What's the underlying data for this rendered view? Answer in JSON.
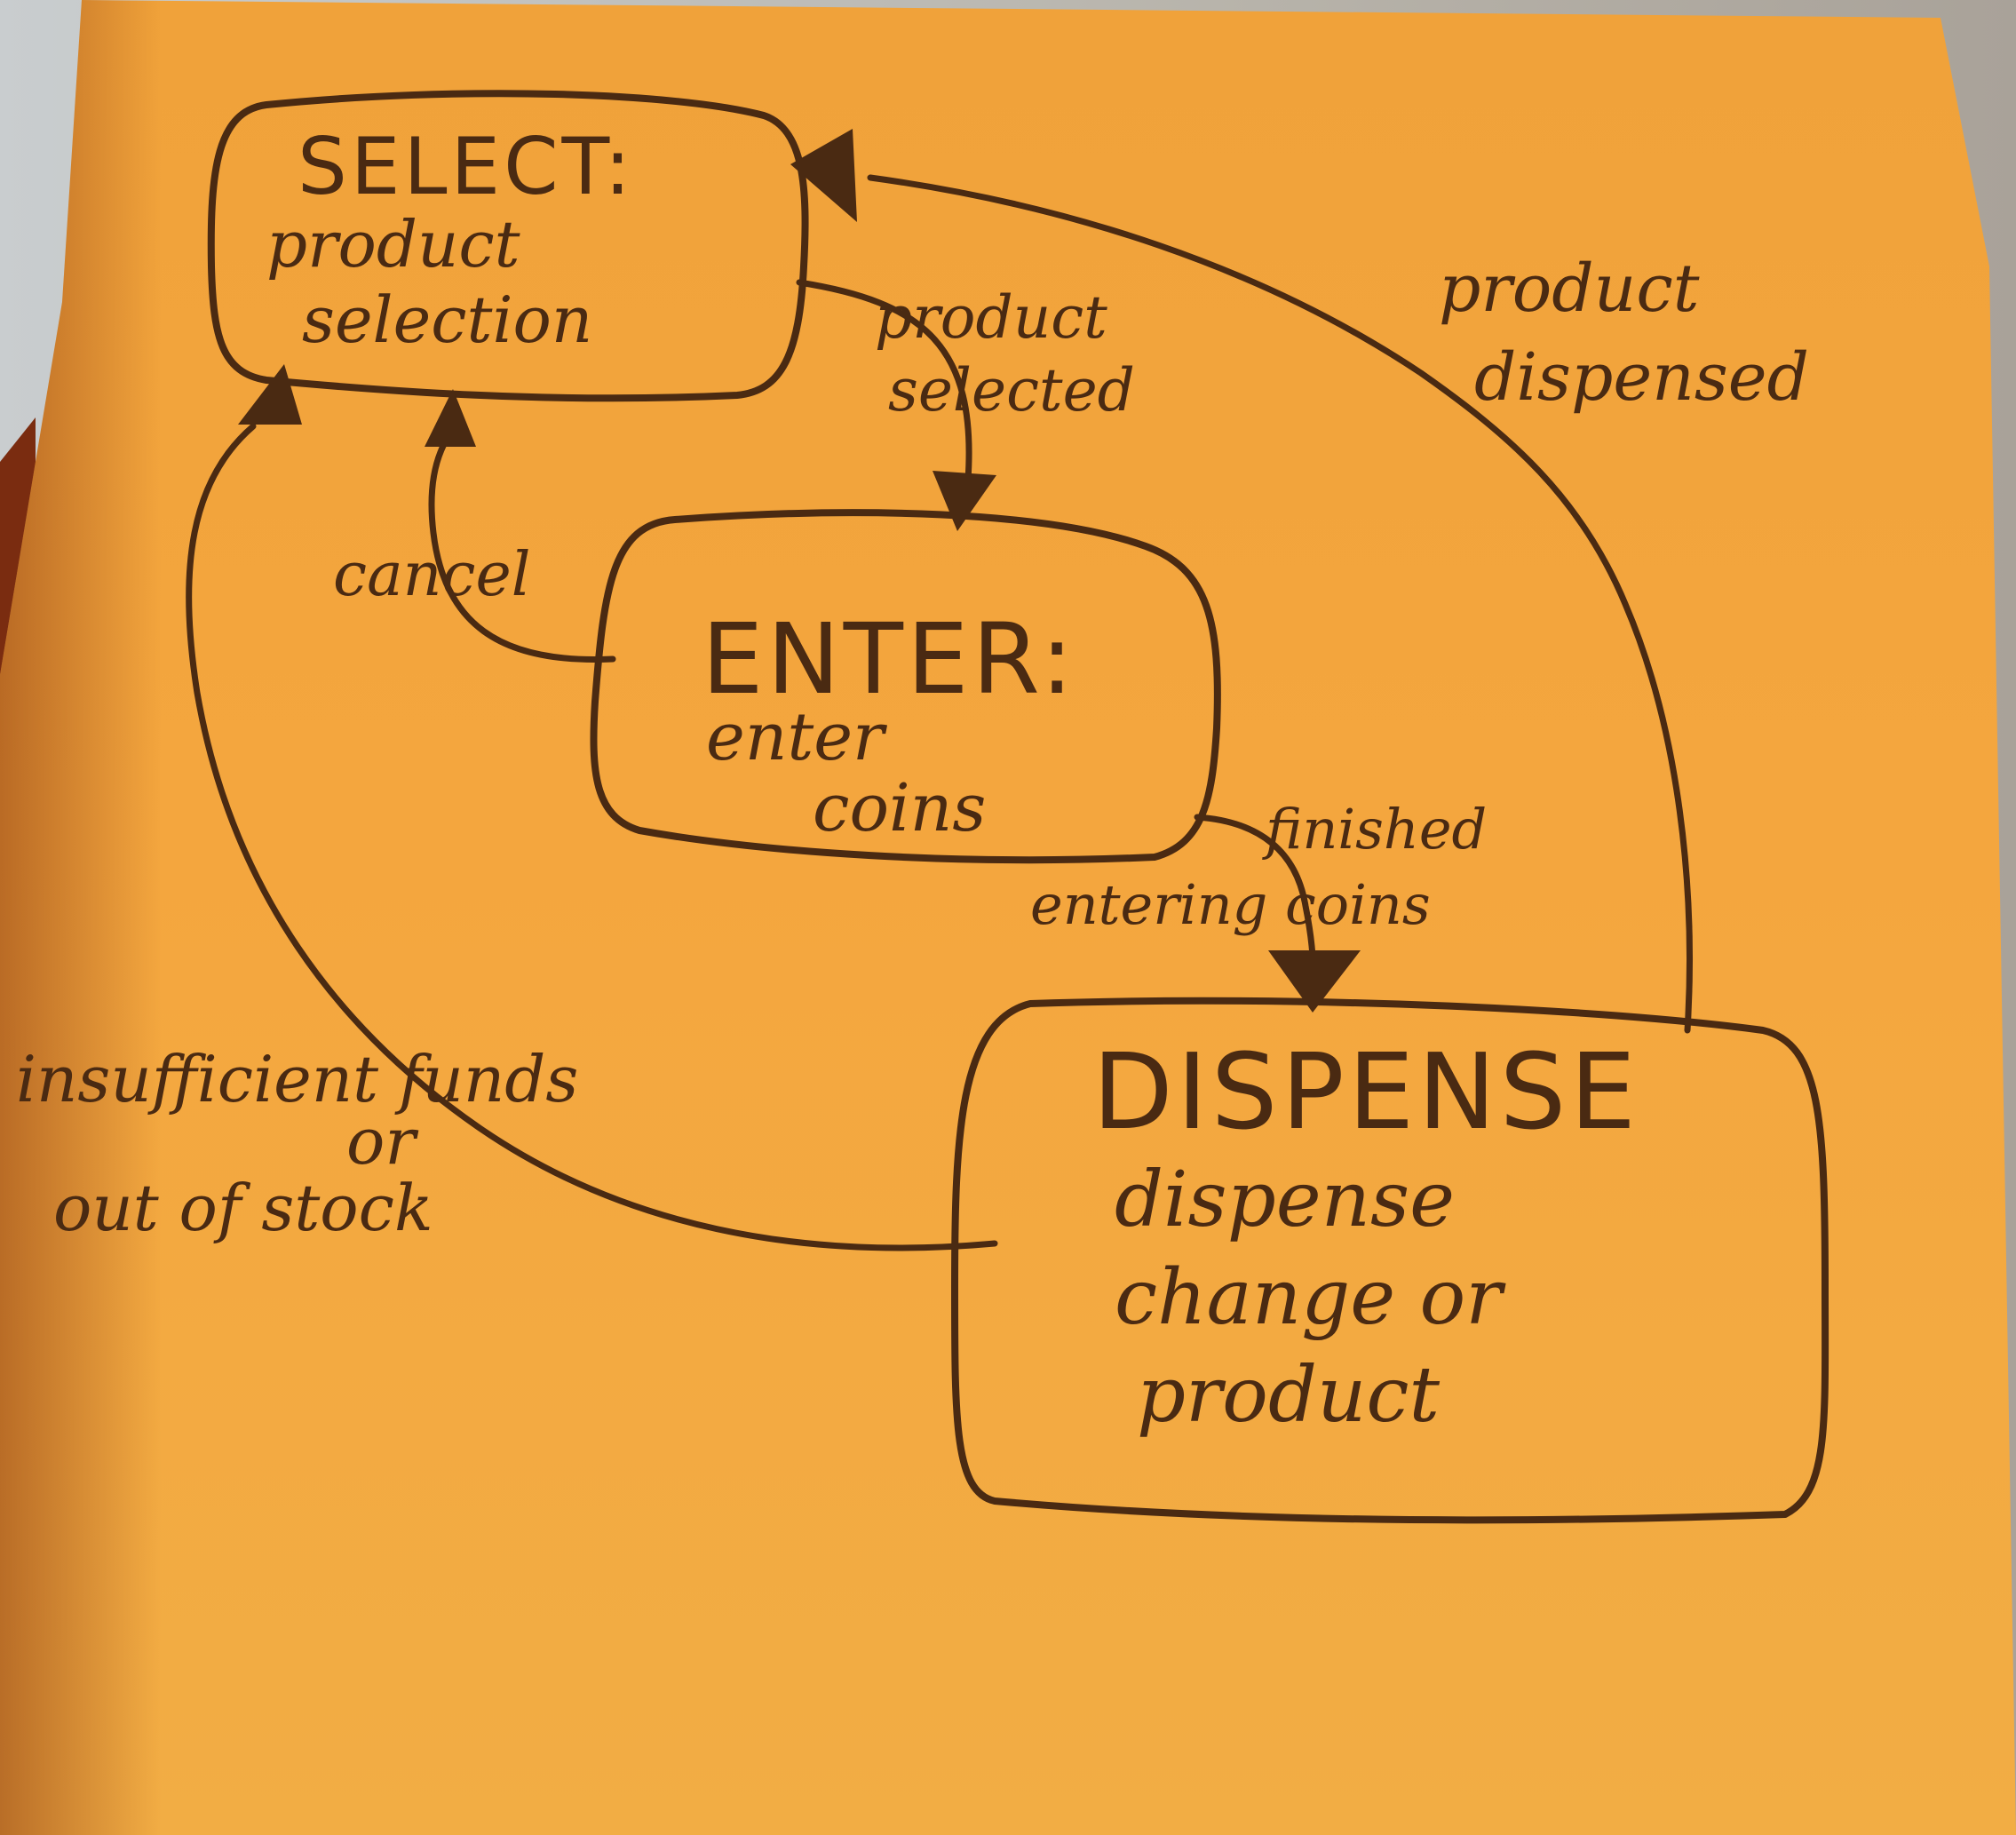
{
  "diagram": {
    "states": {
      "select": {
        "title": "SELECT:",
        "desc_line1": "product",
        "desc_line2": "selection"
      },
      "enter": {
        "title": "ENTER:",
        "desc_line1": "enter",
        "desc_line2": "coins"
      },
      "dispense": {
        "title": "DISPENSE",
        "desc_line1": "dispense",
        "desc_line2": "change or",
        "desc_line3": "product"
      }
    },
    "transitions": {
      "product_selected": {
        "line1": "product",
        "line2": "selected"
      },
      "cancel": {
        "line1": "cancel"
      },
      "finished_entering": {
        "line1": "finished",
        "line2": "entering coins"
      },
      "product_dispensed": {
        "line1": "product",
        "line2": "dispensed"
      },
      "insufficient": {
        "line1": "insufficient funds",
        "line2": "or",
        "line3": "out of stock"
      }
    }
  },
  "colors": {
    "paper": "#f3a43c",
    "ink": "#4a2a12"
  }
}
